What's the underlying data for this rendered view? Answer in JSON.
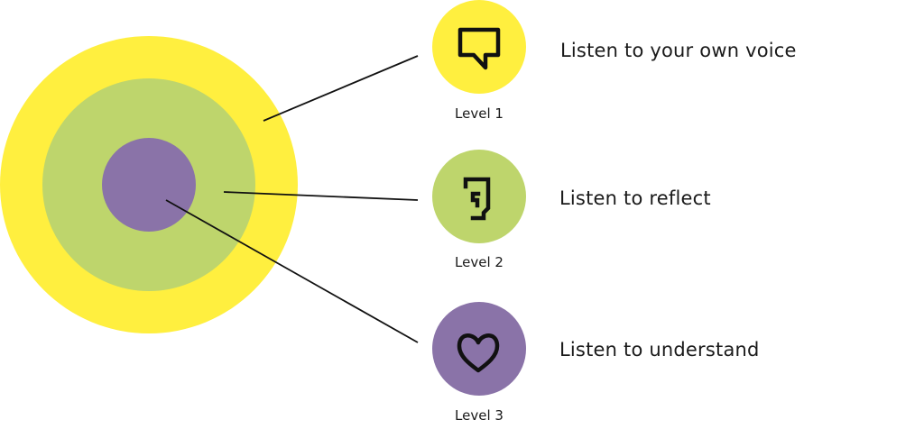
{
  "colors": {
    "level1": "#FFEF3F",
    "level2": "#BED56C",
    "level3": "#8A73A8",
    "line": "#111111",
    "icon": "#111111"
  },
  "rings": [
    {
      "level": 1,
      "name": "outer-ring"
    },
    {
      "level": 2,
      "name": "middle-ring"
    },
    {
      "level": 3,
      "name": "inner-ring"
    }
  ],
  "levels": [
    {
      "label": "Level 1",
      "description": "Listen to your own voice",
      "icon": "speech-bubble-icon"
    },
    {
      "label": "Level 2",
      "description": "Listen to reflect",
      "icon": "ear-icon"
    },
    {
      "label": "Level 3",
      "description": "Listen to understand",
      "icon": "heart-icon"
    }
  ]
}
